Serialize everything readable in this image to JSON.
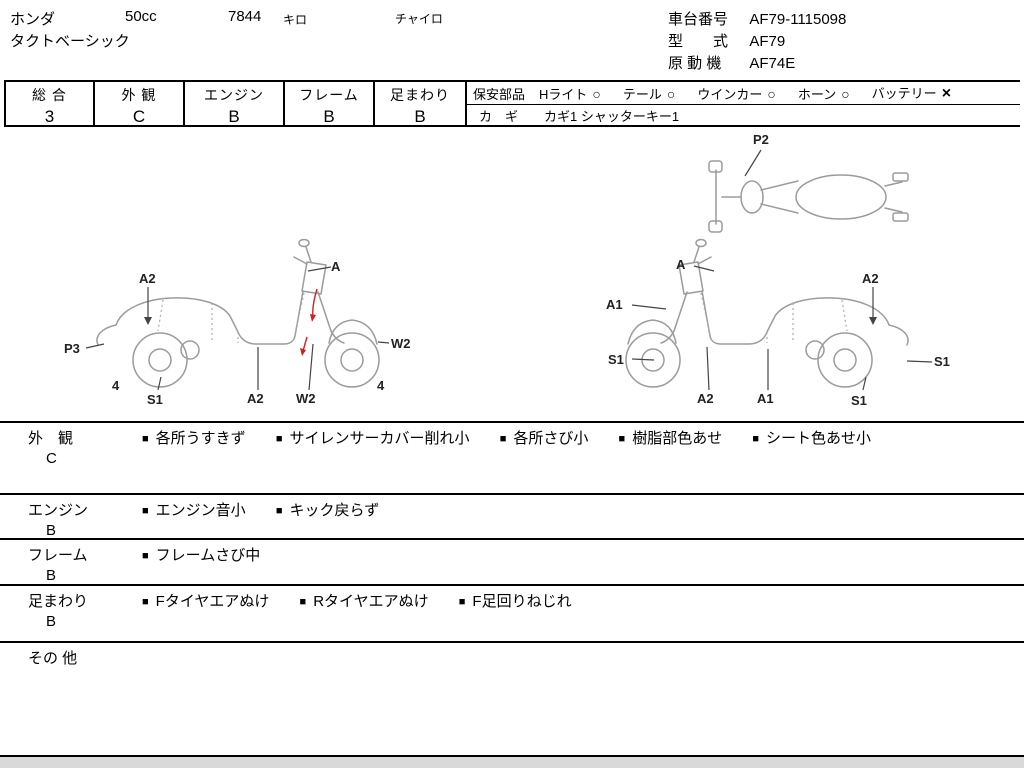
{
  "header": {
    "brand": "ホンダ",
    "cc": "50cc",
    "mileage": "7844",
    "mileage_unit": "キロ",
    "color": "チャイロ",
    "model_name": "タクトベーシック",
    "chassis_label": "車台番号",
    "chassis_no": "AF79-1115098",
    "model_label": "型　　式",
    "model_code": "AF79",
    "engine_label": "原 動 機",
    "engine_code": "AF74E"
  },
  "ratings": [
    {
      "label": "総 合",
      "grade": "3"
    },
    {
      "label": "外 観",
      "grade": "C"
    },
    {
      "label": "エンジン",
      "grade": "B"
    },
    {
      "label": "フレーム",
      "grade": "B"
    },
    {
      "label": "足まわり",
      "grade": "B"
    }
  ],
  "safety": {
    "label": "保安部品",
    "items": [
      {
        "name": "Hライト",
        "mark": "○"
      },
      {
        "name": "テール",
        "mark": "○"
      },
      {
        "name": "ウインカー",
        "mark": "○"
      },
      {
        "name": "ホーン",
        "mark": "○"
      },
      {
        "name": "バッテリー",
        "mark": "×"
      }
    ],
    "key_label": "カ　ギ",
    "key_value": "カギ1 シャッターキー1"
  },
  "diagram": {
    "labels": {
      "a": "A",
      "a1": "A1",
      "a2": "A2",
      "p2": "P2",
      "p3": "P3",
      "s1": "S1",
      "w2": "W2",
      "four": "4"
    }
  },
  "notes": [
    {
      "label": "外　観",
      "grade": "C",
      "items": [
        "各所うすきず",
        "サイレンサーカバー削れ小",
        "各所さび小",
        "樹脂部色あせ",
        "シート色あせ小"
      ]
    },
    {
      "label": "エンジン",
      "grade": "B",
      "items": [
        "エンジン音小",
        "キック戻らず"
      ]
    },
    {
      "label": "フレーム",
      "grade": "B",
      "items": [
        "フレームさび中"
      ]
    },
    {
      "label": "足まわり",
      "grade": "B",
      "items": [
        "Fタイヤエアぬけ",
        "Rタイヤエアぬけ",
        "F足回りねじれ"
      ]
    },
    {
      "label": "その 他",
      "grade": "",
      "items": []
    }
  ],
  "ui": {
    "bullet": "■"
  },
  "colors": {
    "sheet_line": "#000000",
    "drawing": "#9b9b9b",
    "damage_mark": "#cc2222"
  }
}
